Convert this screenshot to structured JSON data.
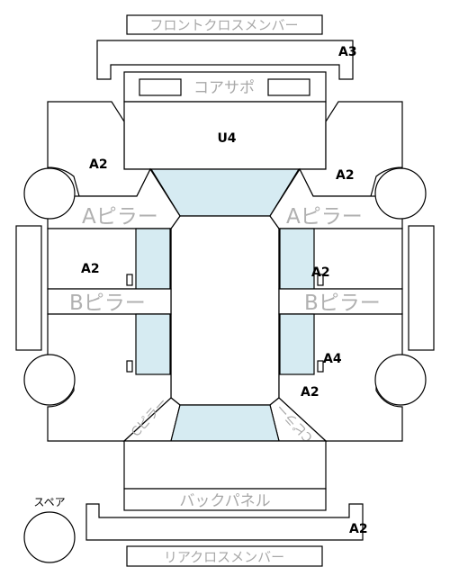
{
  "labels": {
    "front_cross_member": "フロントクロスメンバー",
    "core_support": "コアサポ",
    "a_pillar": "Aピラー",
    "b_pillar": "Bピラー",
    "c_pillar": "Cピラー",
    "back_panel": "バックパネル",
    "rear_cross_member": "リアクロスメンバー",
    "spare": "スペア"
  },
  "codes": {
    "a3": "A3",
    "u4": "U4",
    "a2": "A2",
    "a4": "A4"
  },
  "colors": {
    "glass": "#d6ebf2",
    "label_gray": "#a8a8a8"
  }
}
